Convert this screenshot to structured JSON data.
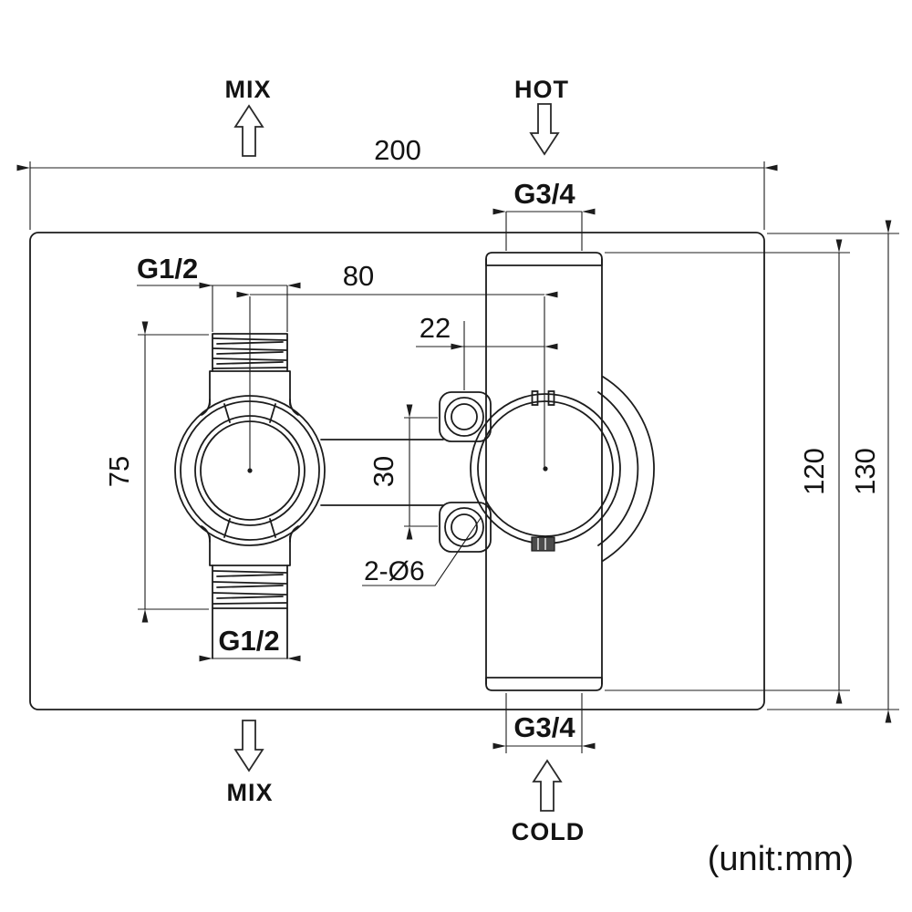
{
  "drawing": {
    "flow_labels": {
      "mix_top": "MIX",
      "hot": "HOT",
      "mix_bottom": "MIX",
      "cold": "COLD"
    },
    "dims": {
      "overall_width": "200",
      "overall_height": "130",
      "pipe_length": "120",
      "port_center_distance": "80",
      "lug_to_pipe_center": "22",
      "mount_hole_spacing": "30",
      "thread_to_thread": "75",
      "thread_left_top": "G1/2",
      "thread_left_bottom": "G1/2",
      "thread_right_top": "G3/4",
      "thread_right_bottom": "G3/4",
      "mount_holes": "2-Ø6"
    },
    "unit_note": "(unit:mm)",
    "colors": {
      "line": "#1c1c1c",
      "text": "#131313",
      "background": "#ffffff"
    }
  }
}
